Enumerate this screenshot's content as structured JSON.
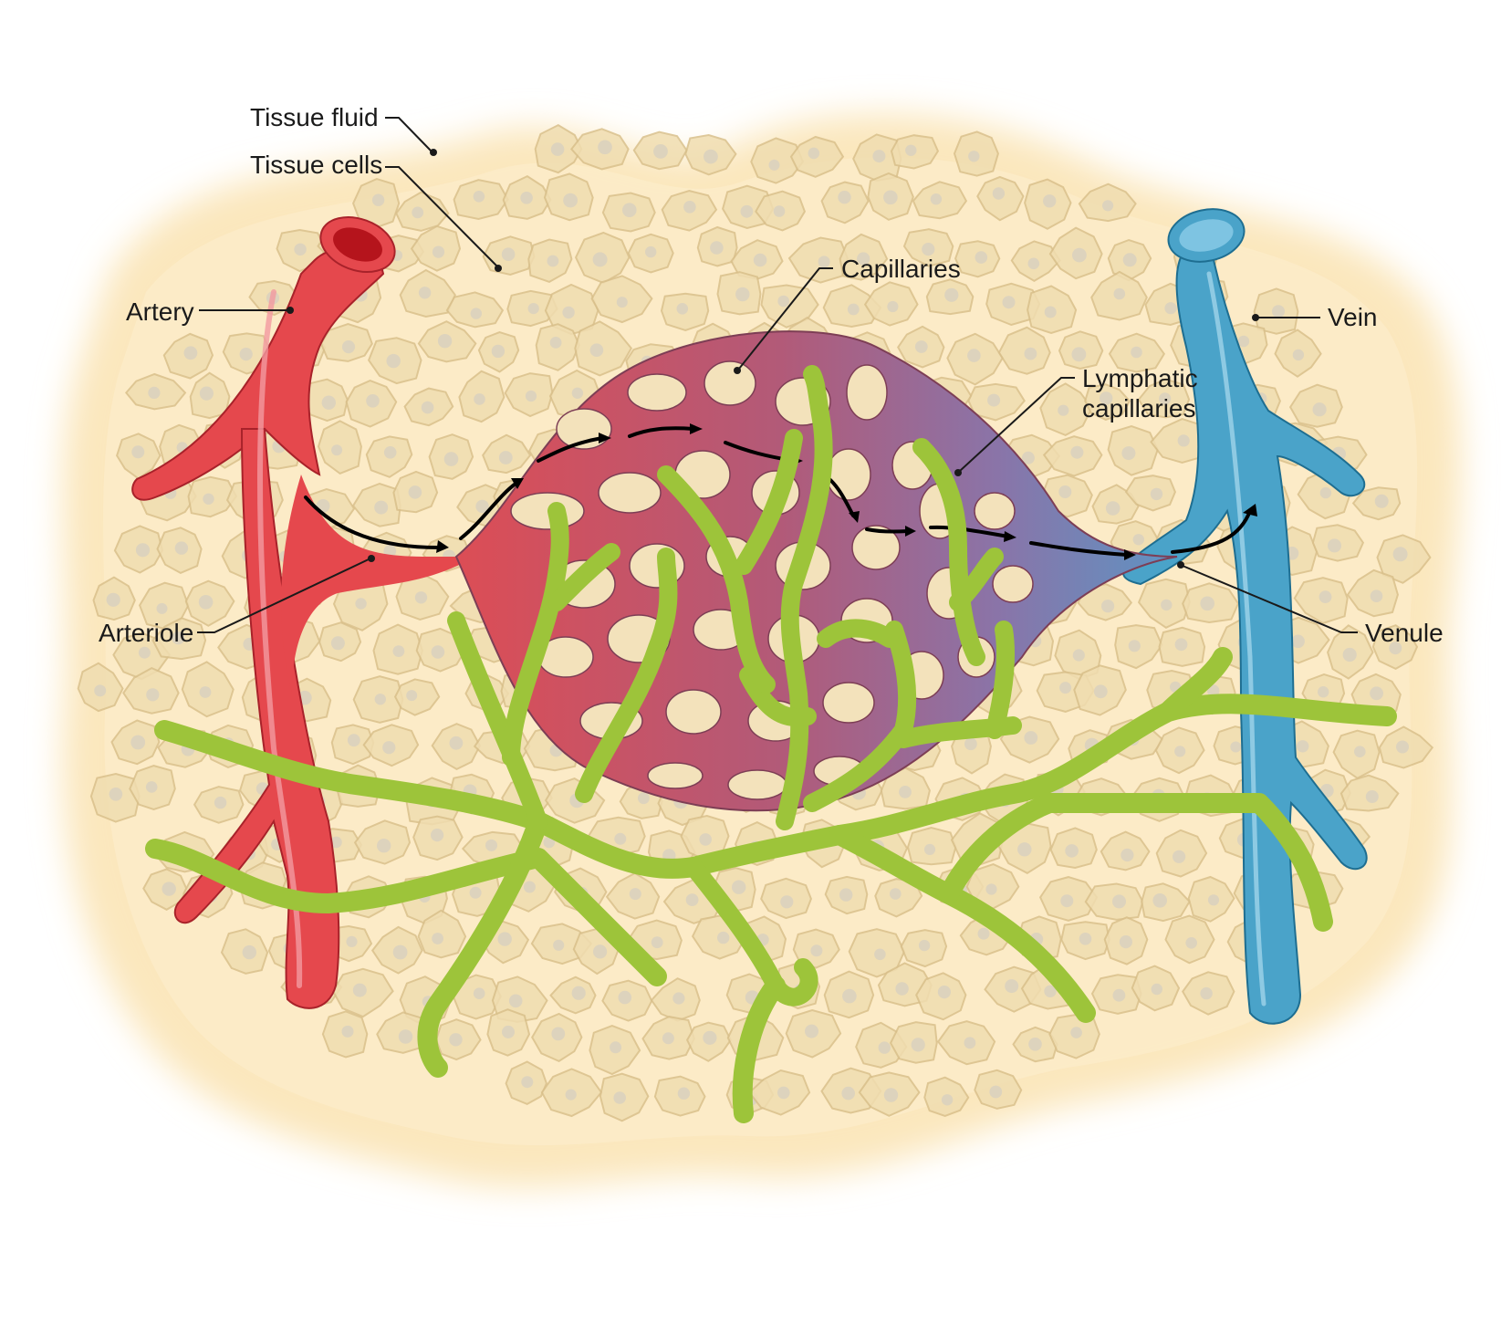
{
  "labels": {
    "tissue_fluid": "Tissue fluid",
    "tissue_cells": "Tissue cells",
    "artery": "Artery",
    "arteriole": "Arteriole",
    "capillaries": "Capillaries",
    "lymphatic_line1": "Lymphatic",
    "lymphatic_line2": "capillaries",
    "vein": "Vein",
    "venule": "Venule"
  },
  "colors": {
    "artery": "#e5484d",
    "artery_outline": "#a8222a",
    "vein": "#4aa3c9",
    "vein_outline": "#1e6e91",
    "lymphatic": "#9dc43a",
    "tissue_fluid": "#fdf0cf",
    "tissue_cell": "#f0ddb0",
    "capillary_arterial": "#d6505f",
    "capillary_venous": "#5e8fc0"
  }
}
